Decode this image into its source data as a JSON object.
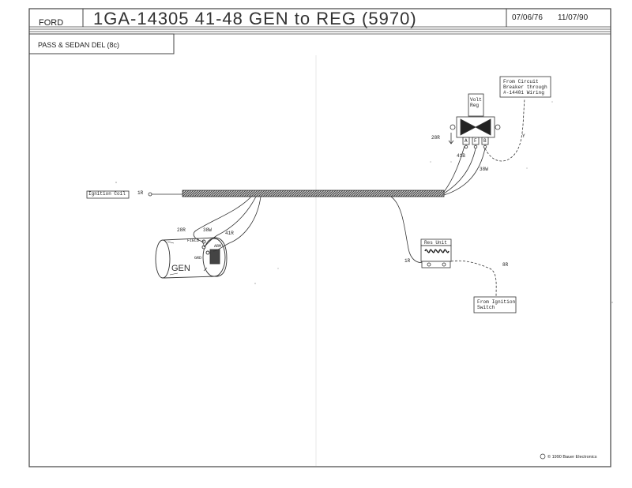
{
  "header": {
    "make": "FORD",
    "title": "1GA-14305  41-48 GEN to REG  (5970)",
    "date_1": "07/06/76",
    "date_2": "11/07/90",
    "subtitle": "PASS & SEDAN DEL (8c)"
  },
  "components": {
    "ignition_coil": "Ignition Coil",
    "volt_reg": "Volt\nReg",
    "reg_terminals": [
      "A",
      "F",
      "B"
    ],
    "circuit_breaker_note": "From Circuit\nBreaker through\n#-14401 Wiring",
    "res_unit": "Res Unit",
    "ignition_switch_note": "From Ignition\nSwitch",
    "generator": "GEN",
    "gen_terminals": {
      "field": "FIELD",
      "arm": "ARM",
      "grd": "GRD"
    }
  },
  "wire_labels": {
    "coil_wire": "1R",
    "reg_a": "28R",
    "reg_f": "41B",
    "reg_b": "38W",
    "reg_b_out": "Y",
    "gen_a": "28R",
    "gen_b": "38W",
    "gen_c": "41R",
    "res_in": "1R",
    "res_out": "8R"
  },
  "footer": {
    "copyright": "© 1990 Bauer Electronics"
  }
}
